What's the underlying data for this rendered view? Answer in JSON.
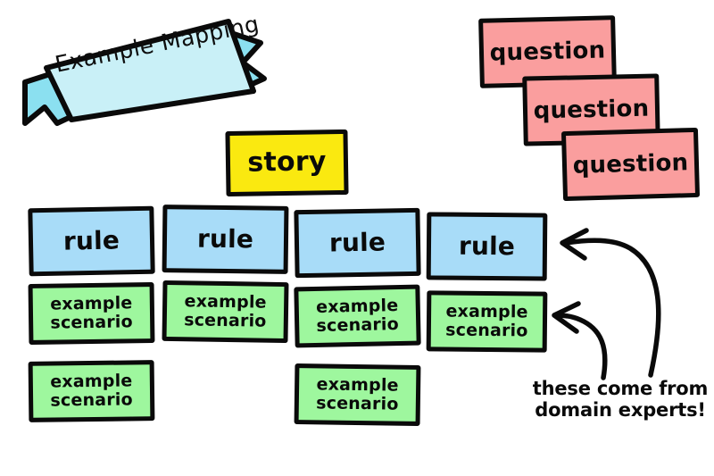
{
  "banner": {
    "title": "Example Mapping",
    "body_color": "#C9F0F7",
    "tail_color": "#8BE0F0",
    "outline_color": "#0a0a0a"
  },
  "story": {
    "label": "story",
    "color": "#FAE910"
  },
  "rules": {
    "color": "#A8DCF8",
    "items": [
      {
        "label": "rule"
      },
      {
        "label": "rule"
      },
      {
        "label": "rule"
      },
      {
        "label": "rule"
      }
    ]
  },
  "examples": {
    "color": "#9EF79E",
    "line1": "example",
    "line2": "scenario",
    "items": [
      {
        "column": 1,
        "row": 1
      },
      {
        "column": 2,
        "row": 1
      },
      {
        "column": 3,
        "row": 1
      },
      {
        "column": 4,
        "row": 1
      },
      {
        "column": 1,
        "row": 2
      },
      {
        "column": 3,
        "row": 2
      }
    ]
  },
  "questions": {
    "color": "#FA9E9E",
    "items": [
      {
        "label": "question"
      },
      {
        "label": "question"
      },
      {
        "label": "question"
      }
    ]
  },
  "annotation": {
    "line1": "these come from",
    "line2": "domain experts!",
    "arrow_targets": [
      "rule-card-4",
      "example-card-4"
    ]
  }
}
